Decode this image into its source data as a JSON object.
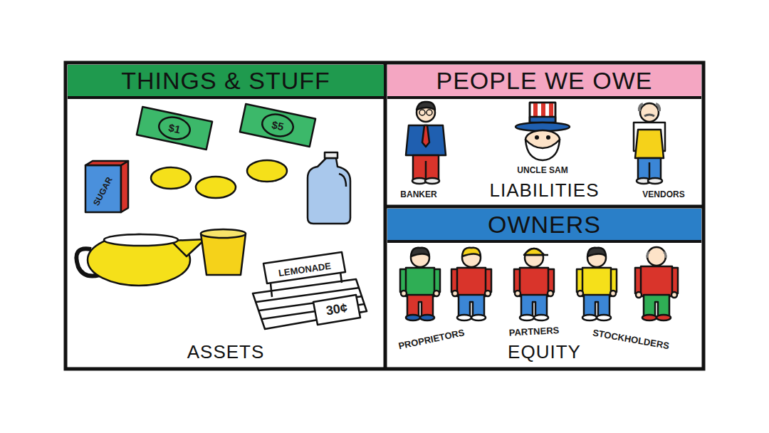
{
  "diagram": {
    "nodes": [
      {
        "text": [
          "THINGS & STUFF",
          "ASSETS"
        ]
      },
      {
        "text": [
          "PEOPLE WE OWE",
          "LIABILITIES"
        ]
      },
      {
        "text": [
          "OWNERS",
          "EQUITY"
        ]
      }
    ],
    "labels": [
      "$1",
      "$5",
      "SUGAR",
      "LEMONADE",
      "30¢",
      "BANKER",
      "UNCLE SAM",
      "VENDORS",
      "PROPRIETORS",
      "PARTNERS",
      "STOCKHOLDERS"
    ]
  }
}
